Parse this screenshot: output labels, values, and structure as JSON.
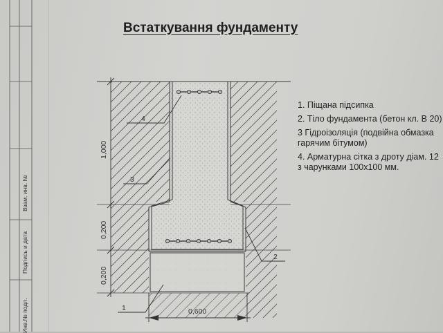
{
  "title": "Встаткування фундаменту",
  "legend": [
    "1. Піщана підсипка",
    "2.  Тіло фундамента (бетон кл. В 20)",
    "3 Гідроізоляція (подвійна обмазка гарячим бітумом)",
    "4. Арматурна сітка з дроту діам. 12  з чарунками 100х100 мм."
  ],
  "dimensions": {
    "upper_height": "1,000",
    "middle_height": "0,200",
    "lower_height": "0,200",
    "base_width": "0,600"
  },
  "callouts": {
    "c1": "1",
    "c2": "2",
    "c3": "3",
    "c4": "4"
  },
  "stamp": {
    "field1": "Взам. инв. №",
    "field2": "Подпись и дата",
    "field3": "Инв.№ подл."
  },
  "colors": {
    "line": "#3a3a3a",
    "concrete": "#d9d9d6",
    "rebar": "#444444"
  }
}
